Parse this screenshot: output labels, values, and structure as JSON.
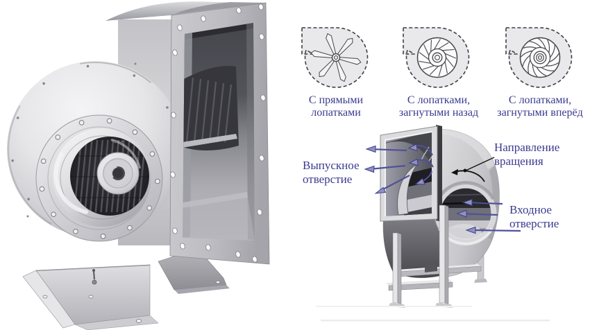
{
  "colors": {
    "label_text": "#3a3a90",
    "flow_arrow": "#50509a",
    "rotation_arrow": "#111111",
    "diagram_fill": "#e9e9eb",
    "diagram_outline": "#3f3f45"
  },
  "fan_types": [
    {
      "id": "straight-blades",
      "label_line1": "С прямыми",
      "label_line2": "лопатками"
    },
    {
      "id": "backward-curved-blades",
      "label_line1": "С лопатками,",
      "label_line2": "загнутыми назад"
    },
    {
      "id": "forward-curved-blades",
      "label_line1": "С лопатками,",
      "label_line2": "загнутыми вперёд"
    }
  ],
  "cutaway_labels": {
    "outlet": {
      "line1": "Выпускное",
      "line2": "отверстие"
    },
    "rotation": {
      "line1": "Направление",
      "line2": "вращения"
    },
    "inlet": {
      "line1": "Входное",
      "line2": "отверстие"
    }
  }
}
